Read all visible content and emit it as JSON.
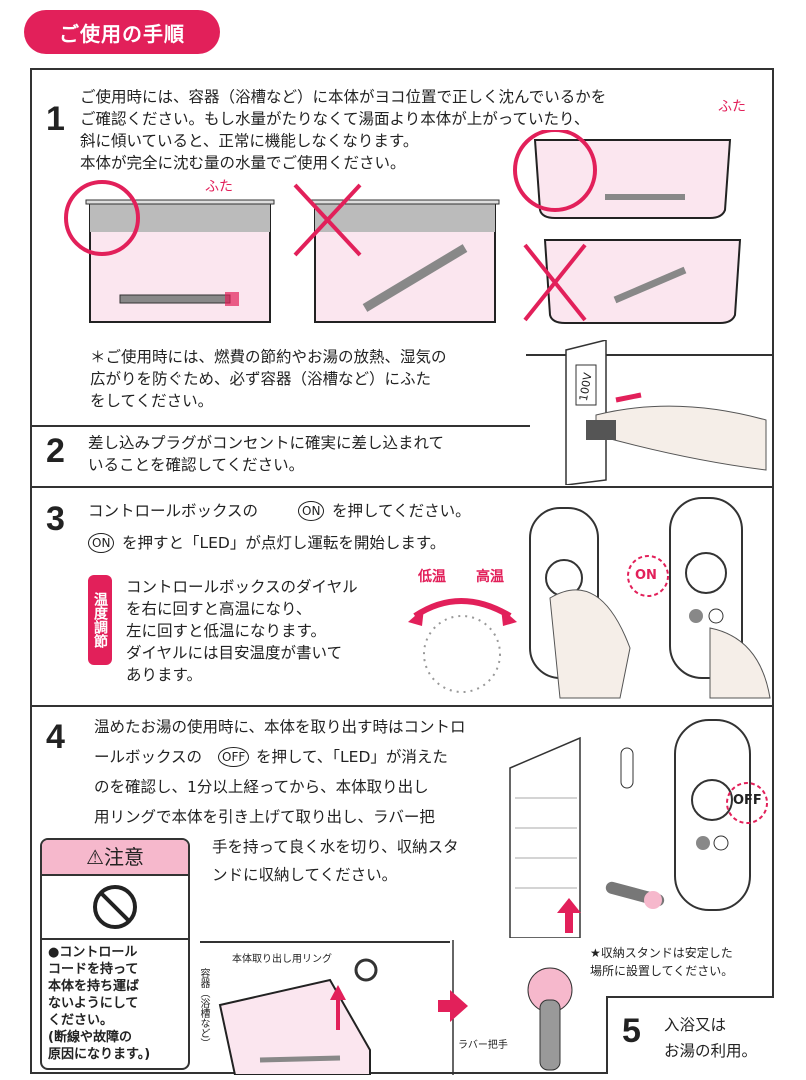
{
  "header": {
    "title": "ご使用の手順"
  },
  "step1": {
    "number": "1",
    "text": "ご使用時には、容器（浴槽など）に本体がヨコ位置で正しく沈んでいるかを\nご確認ください。もし水量がたりなくて湯面より本体が上がっていたり、\n斜に傾いていると、正常に機能しなくなります。\n本体が完全に沈む量の水量でご使用ください。",
    "lid_label_1": "ふた",
    "lid_label_2": "ふた",
    "note": "＊ご使用時には、燃費の節約やお湯の放熱、湿気の\n広がりを防ぐため、必ず容器（浴槽など）にふた\nをしてください。",
    "outlet_label": "100V"
  },
  "step2": {
    "number": "2",
    "text": "差し込みプラグがコンセントに確実に差し込まれて\nいることを確認してください。"
  },
  "step3": {
    "number": "3",
    "line1_pre": "コントロールボックスの",
    "line1_btn": "ON",
    "line1_post": "を押してください。",
    "line2_btn": "ON",
    "line2_post": "を押すと「LED」が点灯し運転を開始します。",
    "badge": "温度調節",
    "temp_text": "コントロールボックスのダイヤル\nを右に回すと高温になり、\n左に回すと低温になります。\nダイヤルには目安温度が書いて\nあります。",
    "low_label": "低温",
    "high_label": "高温",
    "on_callout": "ON"
  },
  "step4": {
    "number": "4",
    "line1": "温めたお湯の使用時に、本体を取り出す時はコントロ",
    "line2_pre": "ールボックスの",
    "line2_btn": "OFF",
    "line2_post": "を押して、「LED」が消えた",
    "line3": "のを確認し、1分以上経ってから、本体取り出し",
    "line4": "用リングで本体を引き上げて取り出し、ラバー把",
    "line5": "手を持って良く水を切り、収納スタ",
    "line6": "ンドに収納してください。",
    "off_callout": "OFF",
    "ring_label": "本体取り出し用リング",
    "container_label": "容器（浴槽など）",
    "grip_label": "ラバー把手",
    "stand_note": "★収納スタンドは安定した\n場所に設置してください。"
  },
  "caution": {
    "title": "⚠注意",
    "text": "●コントロール\nコードを持って\n本体を持ち運ば\nないようにして\nください。\n(断線や故障の\n原因になります。)"
  },
  "step5": {
    "number": "5",
    "text": "入浴又は\nお湯の利用。"
  },
  "colors": {
    "accent": "#e2205a",
    "water": "#fbe6ef",
    "caution_header": "#f6b8cc",
    "line": "#333333"
  }
}
